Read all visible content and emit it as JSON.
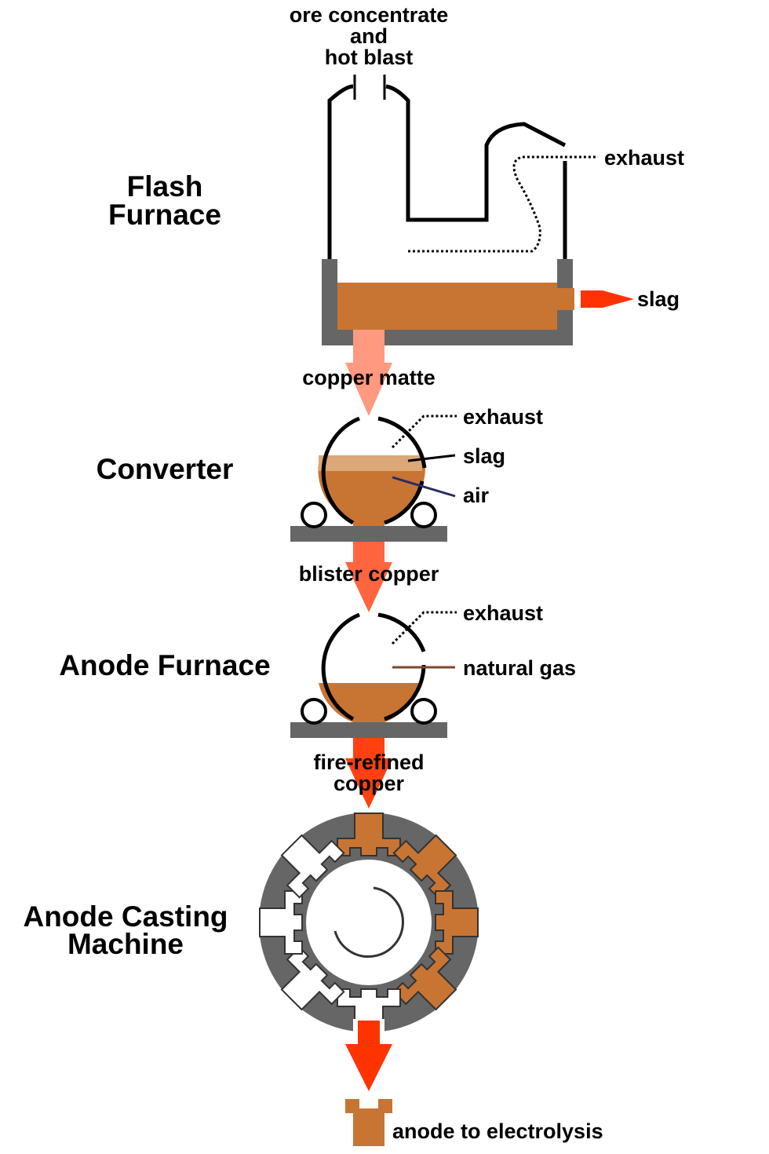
{
  "stages": {
    "flash_furnace": [
      "Flash",
      "Furnace"
    ],
    "converter": "Converter",
    "anode_furnace": "Anode Furnace",
    "casting_machine": [
      "Anode Casting",
      "Machine"
    ]
  },
  "labels": {
    "ore_input": [
      "ore concentrate",
      "and",
      "hot blast"
    ],
    "flash_exhaust": "exhaust",
    "flash_slag": "slag",
    "copper_matte": "copper matte",
    "converter_exhaust": "exhaust",
    "converter_slag": "slag",
    "converter_air": "air",
    "blister_copper": "blister copper",
    "anode_exhaust": "exhaust",
    "natural_gas": "natural gas",
    "fire_refined": [
      "fire-refined",
      "copper"
    ],
    "anode_output": "anode to electrolysis"
  },
  "colors": {
    "copper": "#c87533",
    "light_copper": "#dba777",
    "matte_arrow": "#ff9a80",
    "blister_arrow": "#ff6640",
    "refined_arrow": "#ff4010",
    "slag_arrow": "#ff3300",
    "furnace_wall": "#666666",
    "machine": "#666666",
    "air_line": "#2b2b66",
    "gas_line": "#7a4a2a"
  }
}
